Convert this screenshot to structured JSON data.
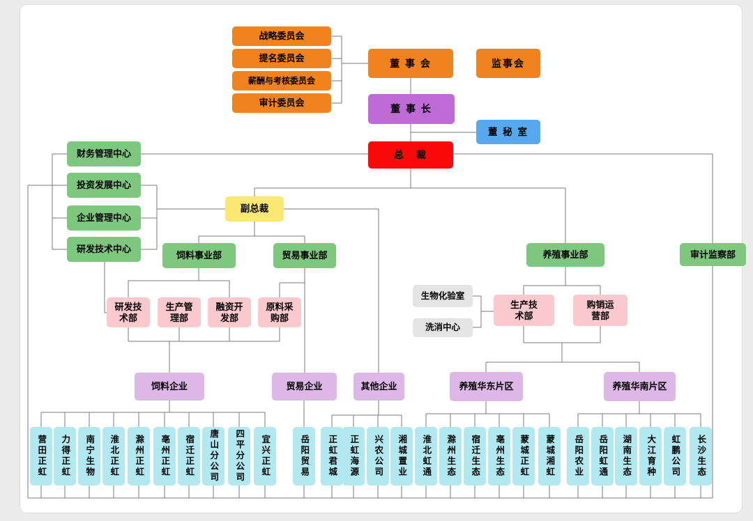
{
  "canvas": {
    "background": "#ffffff",
    "line_color": "#7a7a7a"
  },
  "palette": {
    "orange": "#F0831E",
    "purple": "#BE6BD7",
    "blue": "#57A8EE",
    "red": "#FB0808",
    "green": "#7DC87E",
    "yellow": "#FAE873",
    "pink": "#FAC9CD",
    "gray": "#E4E4E4",
    "lilac": "#DDB7E6",
    "cyan": "#B2E9F1"
  },
  "nodes": {
    "strategy_committee": "战略委员会",
    "nomination_committee": "提名委员会",
    "compensation_committee": "薪酬与考核委员会",
    "audit_committee": "审计委员会",
    "board": "董 事 会",
    "supervisory_board": "监事会",
    "chairman": "董 事 长",
    "board_secretary": "董 秘 室",
    "president": "总　裁",
    "vice_president": "副总裁",
    "finance_center": "财务管理中心",
    "investment_center": "投资发展中心",
    "enterprise_center": "企业管理中心",
    "rnd_center": "研发技术中心",
    "feed_division": "饲料事业部",
    "trade_division": "贸易事业部",
    "breeding_division": "养殖事业部",
    "audit_supervision_dept": "审计监察部",
    "rnd_dept": "研发技术部",
    "production_mgmt_dept": "生产管理部",
    "financing_dev_dept": "融资开发部",
    "material_purchase_dept": "原料采购部",
    "bio_lab": "生物化验室",
    "washing_center": "洗消中心",
    "production_tech_dept": "生产技术部",
    "purchase_sales_ops_dept": "购销运营部",
    "feed_enterprises": "饲料企业",
    "trade_enterprises": "贸易企业",
    "other_enterprises": "其他企业",
    "east_china_region": "养殖华东片区",
    "south_china_region": "养殖华南片区",
    "feed_companies": [
      "营田正虹",
      "力得正虹",
      "南宁生物",
      "淮北正虹",
      "滁州正虹",
      "亳州正虹",
      "宿迁正虹",
      "唐山分公司",
      "四平分公司",
      "宜兴正虹"
    ],
    "trade_companies": [
      "岳阳贸易"
    ],
    "other_companies": [
      "正虹君城",
      "正虹海源",
      "兴农公司",
      "湘城置业"
    ],
    "east_companies": [
      "淮北虹通",
      "滁州生态",
      "宿迁生态",
      "亳州生态",
      "蒙城正虹",
      "蒙城湘虹"
    ],
    "south_companies": [
      "岳阳农业",
      "岳阳虹通",
      "湖南生态",
      "大江育种",
      "虹鹏公司",
      "长沙生态"
    ]
  }
}
